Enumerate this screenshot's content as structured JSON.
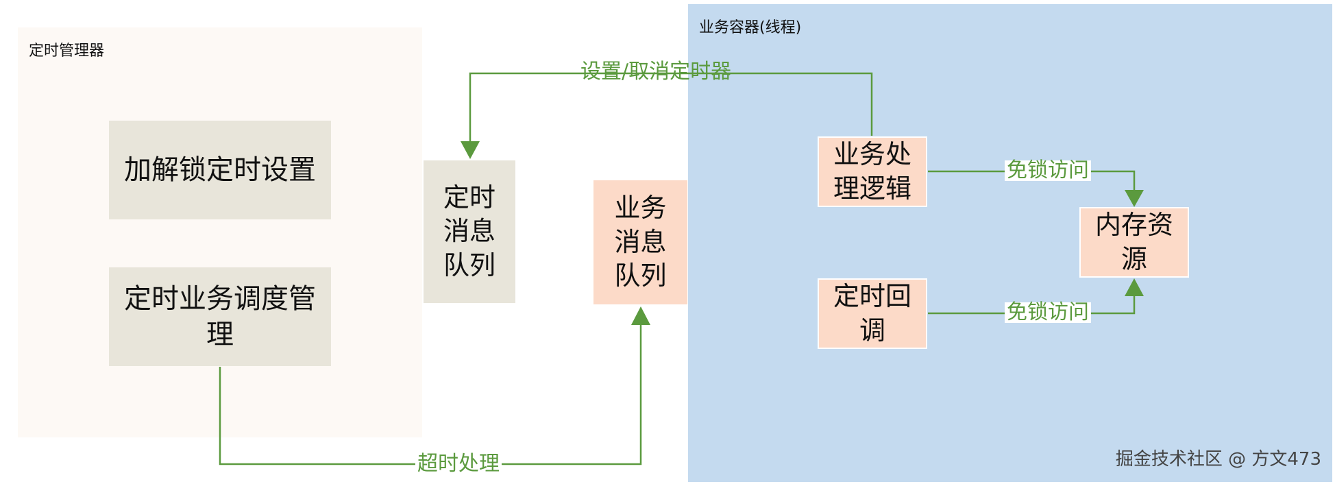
{
  "groups": {
    "timer_manager": {
      "title": "定时管理器"
    },
    "business_container": {
      "title": "业务容器(线程)"
    }
  },
  "nodes": {
    "lock_timer_setting": "加解锁定时设置",
    "timer_business_scheduling": "定时业务调度管理",
    "timer_message_queue": "定时消息队列",
    "business_message_queue": "业务消息队列",
    "business_logic": "业务处理逻辑",
    "timer_callback": "定时回调",
    "memory_resource": "内存资源"
  },
  "edges": {
    "set_cancel_timer": "设置/取消定时器",
    "timeout_handling": "超时处理",
    "lock_free_access_1": "免锁访问",
    "lock_free_access_2": "免锁访问"
  },
  "watermark": "掘金技术社区 @ 方文473",
  "colors": {
    "timer_manager_bg": "#fdf9f5",
    "container_bg": "#c4daef",
    "grey_node": "#e8e5da",
    "peach_node": "#fcdac8",
    "edge": "#5b9a3e"
  }
}
